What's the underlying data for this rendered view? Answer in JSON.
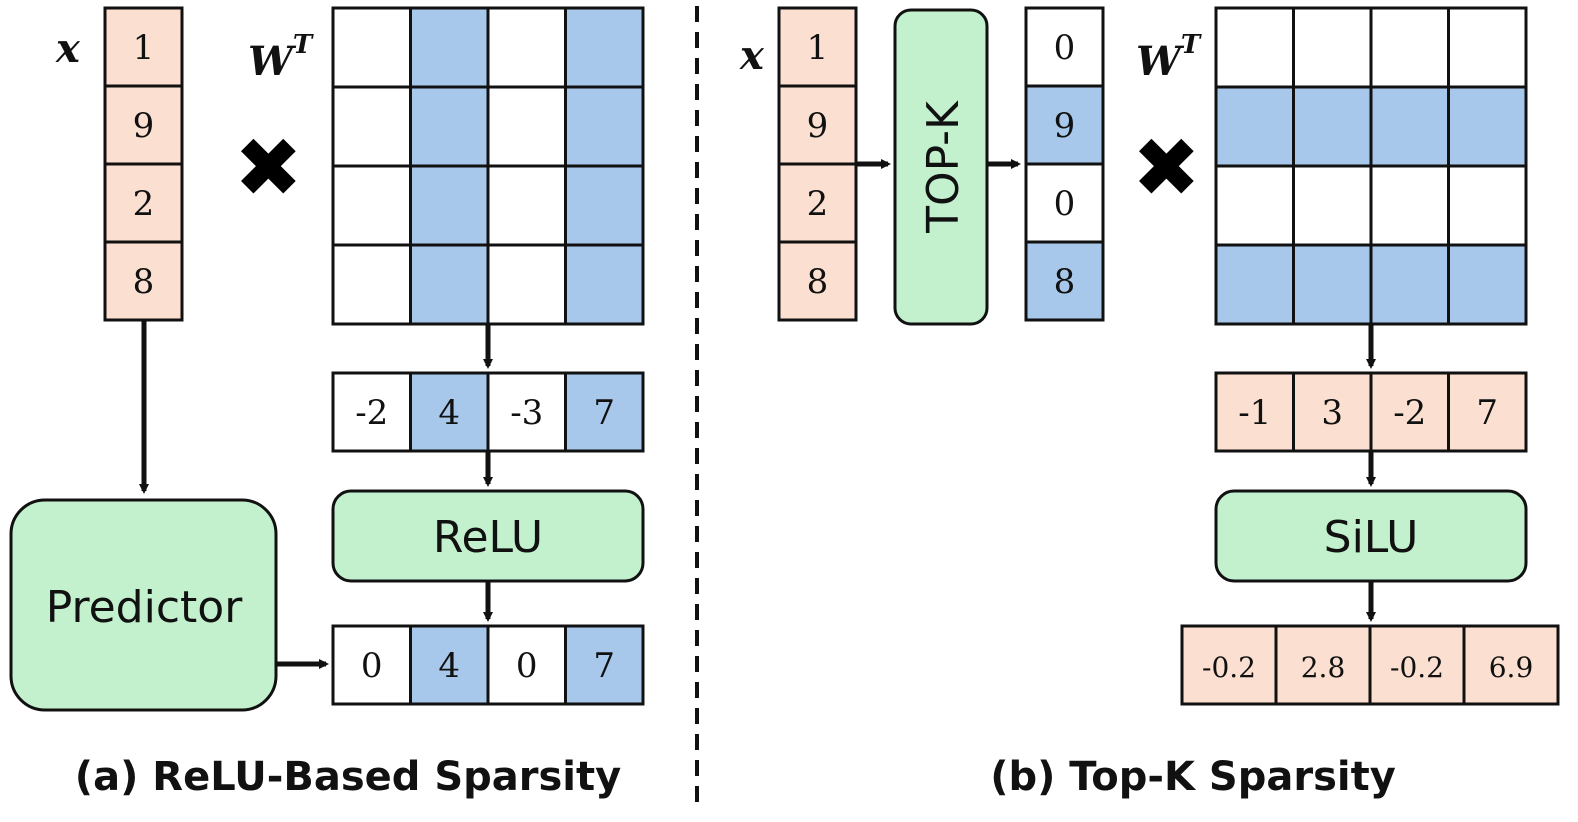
{
  "colors": {
    "peach": "#fbe0d1",
    "blue": "#a7c8ea",
    "green": "#c3f1cd",
    "white": "#ffffff",
    "stroke": "#111111"
  },
  "left": {
    "x_label": "x",
    "x_values": [
      "1",
      "9",
      "2",
      "8"
    ],
    "w_label": "W",
    "w_sup": "T",
    "times": "✖",
    "matrix_active_cols": [
      1,
      3
    ],
    "pre_relu": [
      "-2",
      "4",
      "-3",
      "7"
    ],
    "pre_relu_active": [
      1,
      3
    ],
    "relu_label": "ReLU",
    "predictor_label": "Predictor",
    "post_relu": [
      "0",
      "4",
      "0",
      "7"
    ],
    "post_relu_active": [
      1,
      3
    ],
    "caption": "(a) ReLU-Based Sparsity"
  },
  "right": {
    "x_label": "x",
    "x_values": [
      "1",
      "9",
      "2",
      "8"
    ],
    "topk_label": "TOP-K",
    "topk_values": [
      "0",
      "9",
      "0",
      "8"
    ],
    "topk_active": [
      1,
      3
    ],
    "w_label": "W",
    "w_sup": "T",
    "times": "✖",
    "matrix_active_rows": [
      1,
      3
    ],
    "pre_silu": [
      "-1",
      "3",
      "-2",
      "7"
    ],
    "silu_label": "SiLU",
    "post_silu": [
      "-0.2",
      "2.8",
      "-0.2",
      "6.9"
    ],
    "caption": "(b) Top-K Sparsity"
  }
}
